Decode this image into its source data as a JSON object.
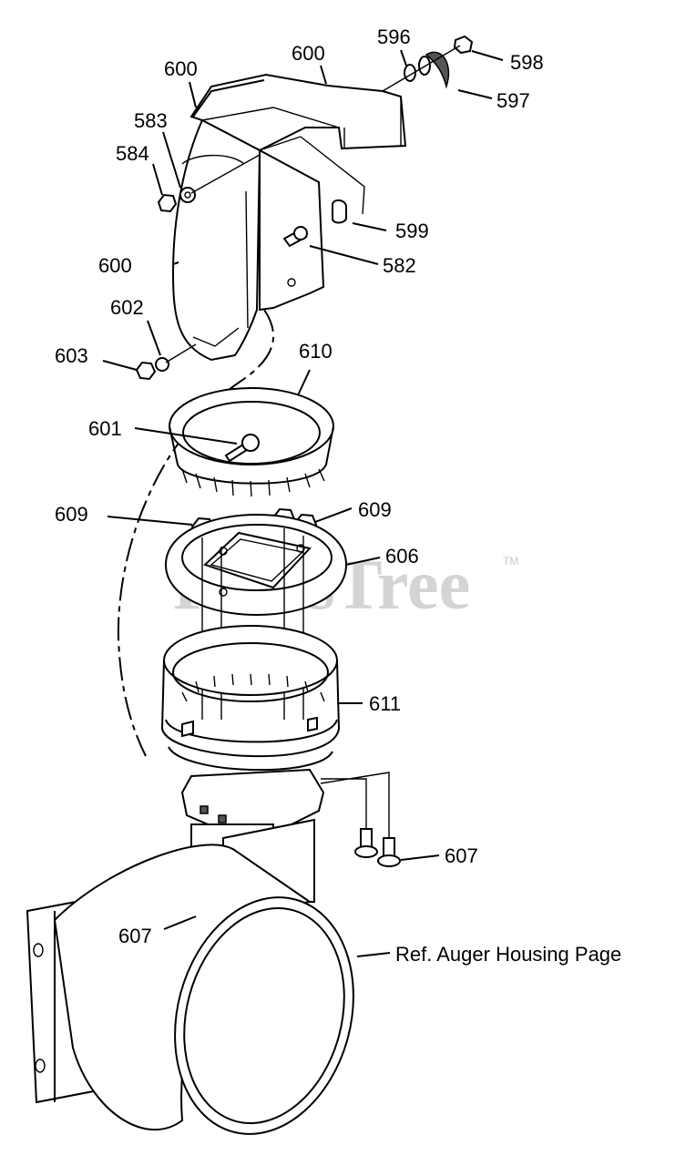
{
  "watermark": {
    "text": "PartsTree",
    "trademark": "TM"
  },
  "callouts": [
    {
      "id": "c600a",
      "label": "600"
    },
    {
      "id": "c600b",
      "label": "600"
    },
    {
      "id": "c600c",
      "label": "600"
    },
    {
      "id": "c596",
      "label": "596"
    },
    {
      "id": "c598",
      "label": "598"
    },
    {
      "id": "c597",
      "label": "597"
    },
    {
      "id": "c583",
      "label": "583"
    },
    {
      "id": "c584",
      "label": "584"
    },
    {
      "id": "c599",
      "label": "599"
    },
    {
      "id": "c582",
      "label": "582"
    },
    {
      "id": "c602",
      "label": "602"
    },
    {
      "id": "c603",
      "label": "603"
    },
    {
      "id": "c610",
      "label": "610"
    },
    {
      "id": "c601",
      "label": "601"
    },
    {
      "id": "c609a",
      "label": "609"
    },
    {
      "id": "c609b",
      "label": "609"
    },
    {
      "id": "c606",
      "label": "606"
    },
    {
      "id": "c611",
      "label": "611"
    },
    {
      "id": "c607a",
      "label": "607"
    },
    {
      "id": "c607b",
      "label": "607"
    }
  ],
  "reference": "Ref. Auger Housing Page"
}
